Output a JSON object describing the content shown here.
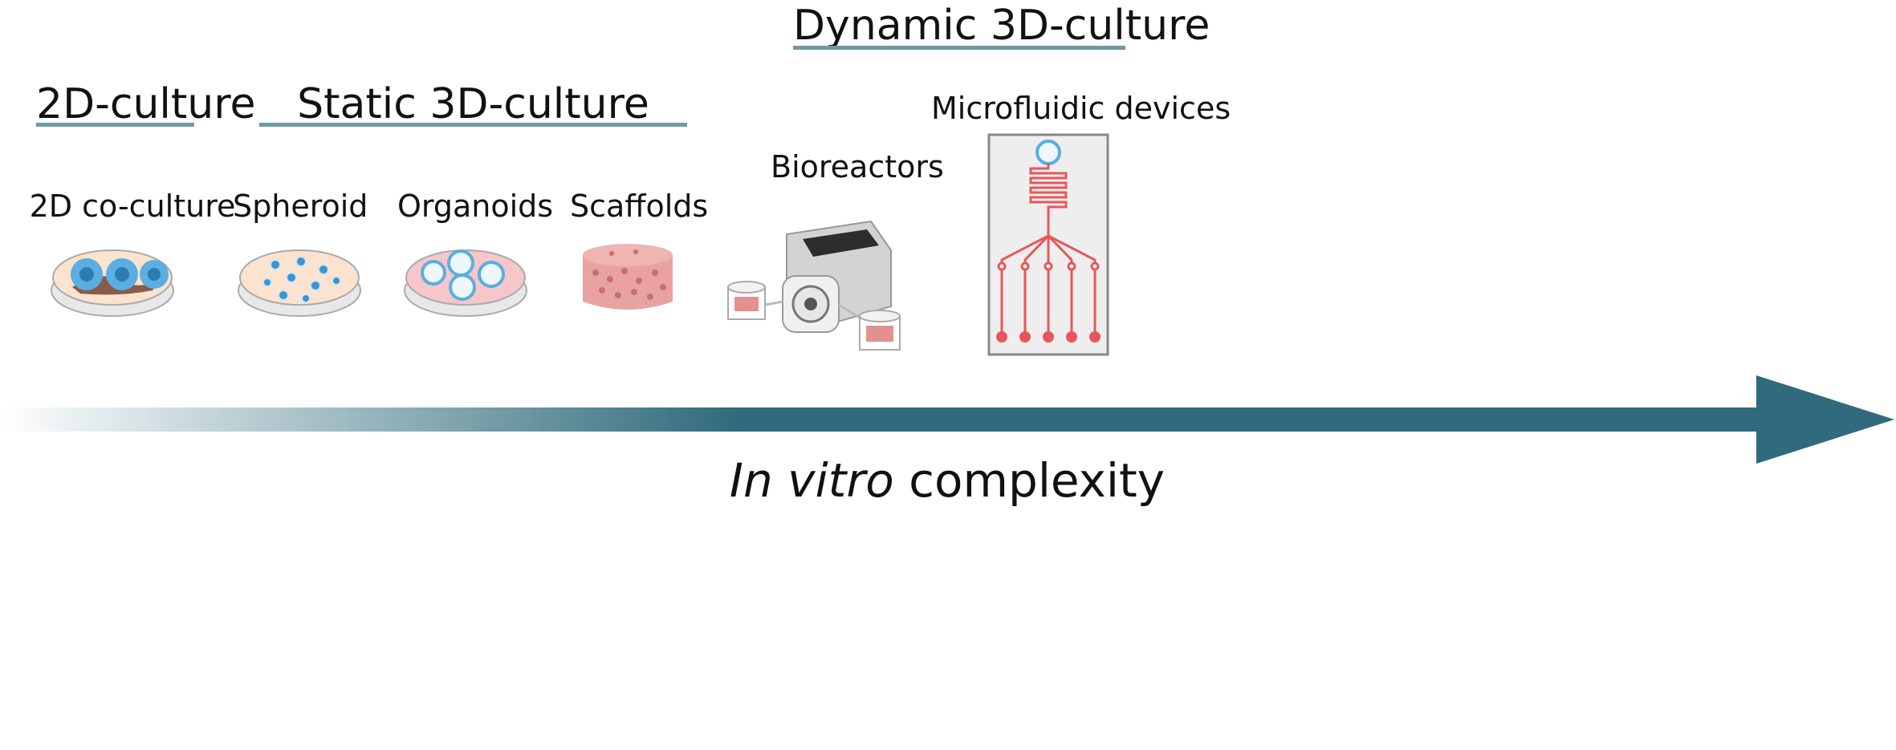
{
  "categories": {
    "two_d": "2D-culture",
    "static_3d": "Static 3D-culture",
    "dynamic_3d": "Dynamic 3D-culture"
  },
  "models": {
    "co_culture": "2D co-culture",
    "spheroid": "Spheroid",
    "organoids": "Organoids",
    "scaffolds": "Scaffolds",
    "bioreactors": "Bioreactors",
    "microfluidic": "Microfluidic devices"
  },
  "axis": {
    "italic": "In vitro",
    "rest": " complexity"
  },
  "colors": {
    "rule": "#6f9aa0",
    "arrow": "#2f6b7c",
    "dish_fill": "#fbe3cf",
    "organoid_fill": "#f7c6c9",
    "cell_blue": "#3d94cf",
    "scaffold": "#e3918e",
    "circuit_red": "#e8565a"
  },
  "icons": [
    "petri-dish-icon",
    "cell-icon",
    "scaffold-icon",
    "peristaltic-pump-icon",
    "microfluidic-chip-icon",
    "gradient-arrow-icon"
  ]
}
